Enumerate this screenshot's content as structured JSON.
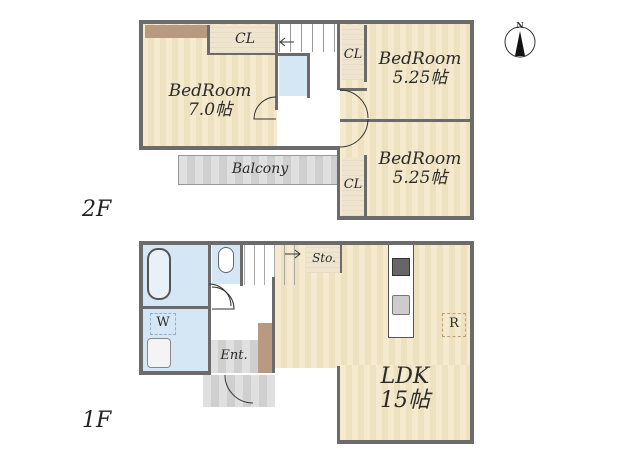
{
  "compass": {
    "label": "N"
  },
  "floors": [
    {
      "label": "2F",
      "rooms": [
        {
          "id": "bedroom-1",
          "name": "BedRoom",
          "size": "7.0帖"
        },
        {
          "id": "bedroom-2",
          "name": "BedRoom",
          "size": "5.25帖"
        },
        {
          "id": "bedroom-3",
          "name": "BedRoom",
          "size": "5.25帖"
        },
        {
          "id": "closet-1",
          "name": "CL"
        },
        {
          "id": "closet-2",
          "name": "CL"
        },
        {
          "id": "closet-3",
          "name": "CL"
        },
        {
          "id": "balcony",
          "name": "Balcony"
        }
      ]
    },
    {
      "label": "1F",
      "rooms": [
        {
          "id": "ldk",
          "name": "LDK",
          "size": "15帖"
        },
        {
          "id": "storage",
          "name": "Sto."
        },
        {
          "id": "entrance",
          "name": "Ent."
        },
        {
          "id": "washer",
          "name": "W"
        },
        {
          "id": "refrigerator",
          "name": "R"
        }
      ]
    }
  ],
  "colors": {
    "floor": "#f3e6c4",
    "wall": "#6b6b6b",
    "wet_area": "#d5e6f4",
    "balcony": "#d6d6d6"
  }
}
